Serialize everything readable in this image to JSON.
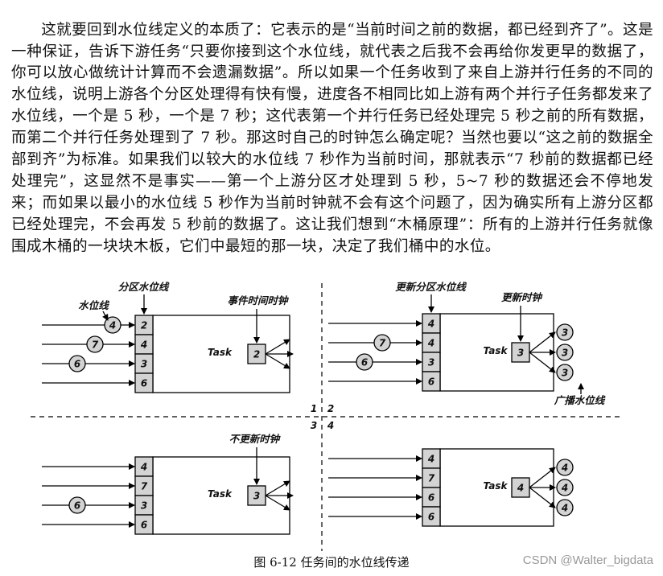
{
  "paragraph": "这就要回到水位线定义的本质了：它表示的是“当前时间之前的数据，都已经到齐了”。这是一种保证，告诉下游任务“只要你接到这个水位线，就代表之后我不会再给你发更早的数据了，你可以放心做统计计算而不会遗漏数据”。所以如果一个任务收到了来自上游并行任务的不同的水位线，说明上游各个分区处理得有快有慢，进度各不相同比如上游有两个并行子任务都发来了水位线，一个是 5 秒，一个是 7 秒；这代表第一个并行任务已经处理完 5 秒之前的所有数据，而第二个并行任务处理到了 7 秒。那这时自己的时钟怎么确定呢？当然也要以“这之前的数据全部到齐”为标准。如果我们以较大的水位线 7 秒作为当前时间，那就表示“7 秒前的数据都已经处理完”，这显然不是事实——第一个上游分区才处理到 5 秒，5~7 秒的数据还会不停地发来；而如果以最小的水位线 5 秒作为当前时钟就不会有这个问题了，因为确实所有上游分区都已经处理完，不会再发 5 秒前的数据了。这让我们想到“木桶原理”：所有的上游并行任务就像围成木桶的一块块木板，它们中最短的那一块，决定了我们桶中的水位。",
  "figure": {
    "caption": "图 6-12  任务间的水位线传递",
    "watermark": "CSDN @Walter_bigdata",
    "quadrant_numbers": [
      "1",
      "2",
      "3",
      "4"
    ],
    "task_label": "Task",
    "panels": [
      {
        "partitions": [
          "2",
          "4",
          "3",
          "6"
        ],
        "clock": "2",
        "incoming": [
          {
            "row": 0,
            "value": "4"
          },
          {
            "row": 1,
            "value": "7"
          },
          {
            "row": 2,
            "value": "6"
          }
        ],
        "labels": {
          "watermark": "水位线",
          "partition_watermark": "分区水位线",
          "event_clock": "事件时间时钟"
        },
        "broadcast": []
      },
      {
        "partitions": [
          "4",
          "4",
          "3",
          "6"
        ],
        "clock": "3",
        "incoming": [
          {
            "row": 1,
            "value": "7"
          },
          {
            "row": 2,
            "value": "6"
          }
        ],
        "labels": {
          "update_partition": "更新分区水位线",
          "update_clock": "更新时钟",
          "broadcast": "广播水位线"
        },
        "broadcast": [
          "3",
          "3",
          "3"
        ]
      },
      {
        "partitions": [
          "4",
          "7",
          "3",
          "6"
        ],
        "clock": "3",
        "incoming": [
          {
            "row": 2,
            "value": "6"
          }
        ],
        "labels": {
          "no_update_clock": "不更新时钟"
        },
        "broadcast": []
      },
      {
        "partitions": [
          "4",
          "7",
          "6",
          "6"
        ],
        "clock": "4",
        "incoming": [],
        "labels": {},
        "broadcast": [
          "4",
          "4",
          "4"
        ]
      }
    ]
  },
  "colors": {
    "box_fill": "#d3d3d3",
    "stroke": "#000000",
    "text": "#111111"
  }
}
